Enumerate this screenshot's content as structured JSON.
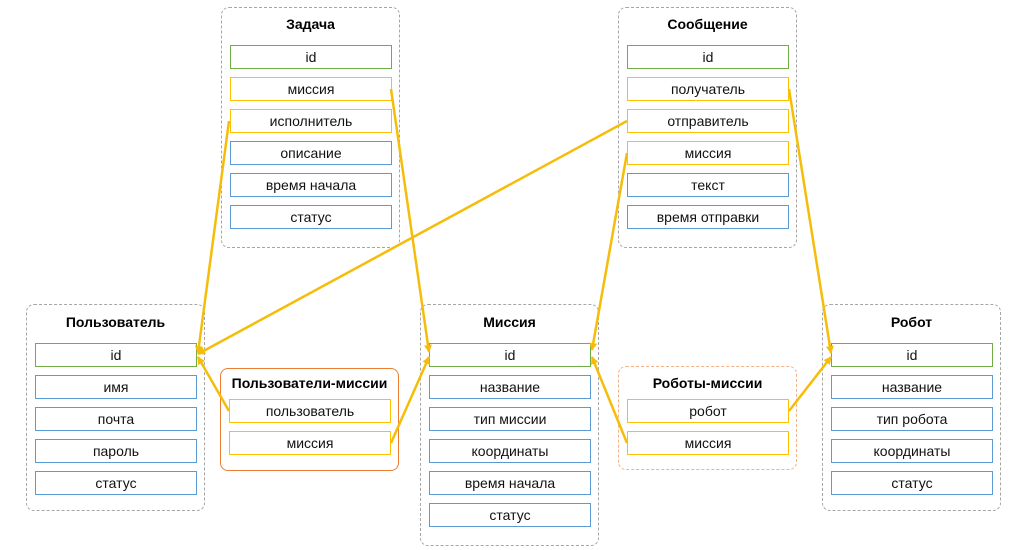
{
  "colors": {
    "primary_key": "#70ad47",
    "foreign_key": "#ffc000",
    "attribute": "#5b9bd5",
    "relation_line": "#f5bd0a"
  },
  "entities": {
    "task": {
      "title": "Задача",
      "fields": [
        "id",
        "миссия",
        "исполнитель",
        "описание",
        "время начала",
        "статус"
      ]
    },
    "message": {
      "title": "Сообщение",
      "fields": [
        "id",
        "получатель",
        "отправитель",
        "миссия",
        "текст",
        "время отправки"
      ]
    },
    "user": {
      "title": "Пользователь",
      "fields": [
        "id",
        "имя",
        "почта",
        "пароль",
        "статус"
      ]
    },
    "mission": {
      "title": "Миссия",
      "fields": [
        "id",
        "название",
        "тип миссии",
        "координаты",
        "время начала",
        "статус"
      ]
    },
    "robot": {
      "title": "Робот",
      "fields": [
        "id",
        "название",
        "тип робота",
        "координаты",
        "статус"
      ]
    },
    "user_missions": {
      "title": "Пользователи-миссии",
      "fields": [
        "пользователь",
        "миссия"
      ]
    },
    "robot_missions": {
      "title": "Роботы-миссии",
      "fields": [
        "робот",
        "миссия"
      ]
    }
  }
}
